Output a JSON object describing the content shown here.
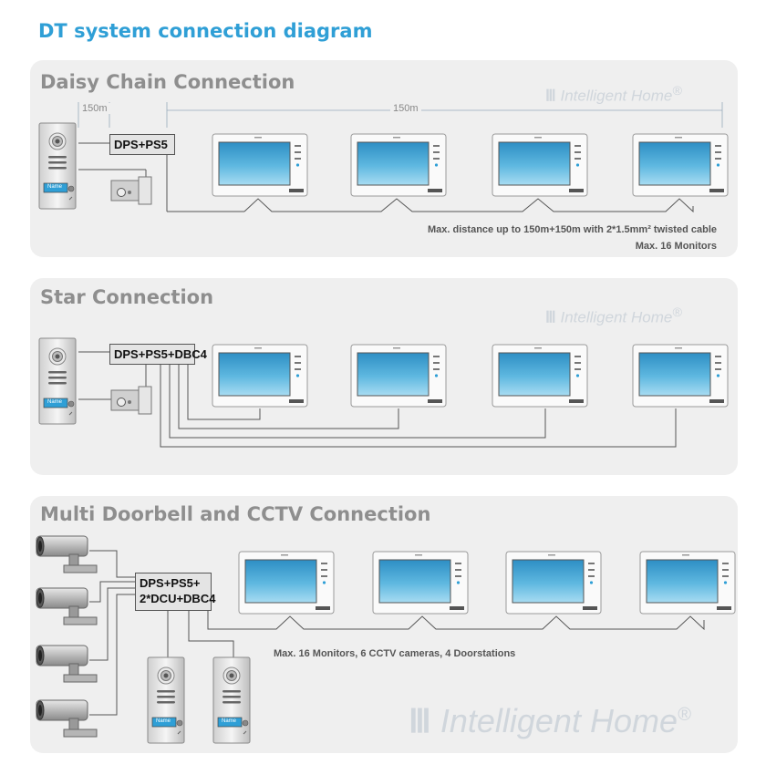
{
  "title": "DT system connection diagram",
  "watermark": "Intelligent Home",
  "watermark_mark": "®",
  "sections": [
    {
      "title": "Daisy Chain Connection",
      "controller": "DPS+PS5",
      "distance_left": "150m",
      "distance_right": "150m",
      "note_line1": "Max. distance up to 150m+150m with 2*1.5mm²  twisted cable",
      "note_line2": "Max. 16 Monitors"
    },
    {
      "title": "Star Connection",
      "controller": "DPS+PS5+DBC4"
    },
    {
      "title": "Multi Doorbell and CCTV Connection",
      "controller_line1": "DPS+PS5+",
      "controller_line2": "2*DCU+DBC4",
      "note": "Max. 16 Monitors, 6 CCTV cameras, 4 Doorstations"
    }
  ],
  "doorstation_label": "Name",
  "colors": {
    "title": "#2f9fd6",
    "panel": "#efefef",
    "screen": "#3c9fd0",
    "section_title": "#8e8e8e"
  }
}
